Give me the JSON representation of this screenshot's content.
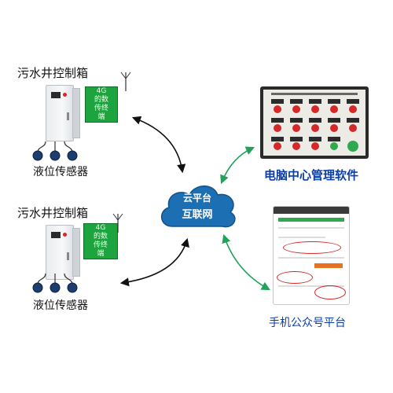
{
  "colors": {
    "dtu_green": "#1ea43f",
    "cloud_blue": "#1c6fb3",
    "arrow_black": "#111111",
    "arrow_green": "#22a15a",
    "label_blue": "#0b3ea8",
    "alarm_red": "#d62828",
    "ok_green": "#2fa84f"
  },
  "station_top": {
    "title": "污水井控制箱",
    "dtu_label": "4G的数传终端",
    "sensor_label": "液位传感器"
  },
  "station_bottom": {
    "title": "污水井控制箱",
    "dtu_label": "4G的数传终端",
    "sensor_label": "液位传感器"
  },
  "cloud": {
    "line1": "云平台",
    "line2": "互联网"
  },
  "pc_software": {
    "label": "电脑中心管理软件"
  },
  "mobile_platform": {
    "label": "手机公众号平台"
  }
}
